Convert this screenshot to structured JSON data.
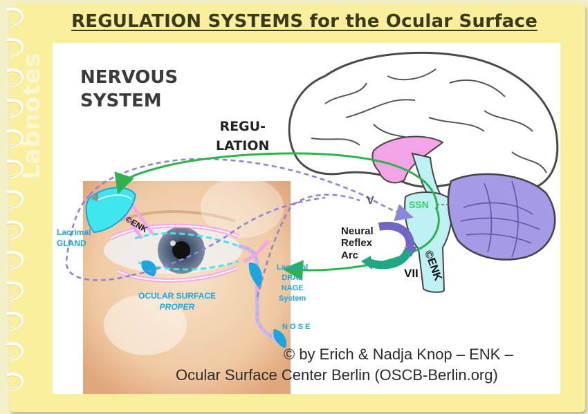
{
  "title": "REGULATION SYSTEMS for the Ocular Surface",
  "watermark": "Labnotes",
  "labels": {
    "nervous_line1": "NERVOUS",
    "nervous_line2": "SYSTEM",
    "regulation_line1": "REGU-",
    "regulation_line2": "LATION",
    "lacrimal_gland_line1": "Lacrimal",
    "lacrimal_gland_line2": "GLAND",
    "enk_gland": "©ENK",
    "ocular_surface_line1": "OCULAR SURFACE",
    "ocular_surface_line2": "PROPER",
    "drainage_line1": "Lacrimal",
    "drainage_line2": "DRAI-",
    "drainage_line3": "NAGE",
    "drainage_line4": "System",
    "nose": "N O S E",
    "neural_line1": "Neural",
    "neural_line2": "Reflex",
    "neural_line3": "Arc",
    "nerve_v": "V",
    "nerve_vii": "VII",
    "ssn": "SSN",
    "enk_brain": "©ENK"
  },
  "copyright_line1": "© by Erich & Nadja Knop – ENK –",
  "copyright_line2": "Ocular Surface Center Berlin (OSCB-Berlin.org)",
  "colors": {
    "note": "#f9ef9e",
    "title": "#3a3a1a",
    "dashed_path": "#8a87d6",
    "green_path": "#2eb24c",
    "cerebellum": "#a59ae6",
    "brainstem": "#bdf1f4",
    "hypothalamus": "#f3a3e6",
    "lacrimal_blue": "#1aa6e0",
    "gland_cyan": "#3fe6ee",
    "lid_pink": "#f2a8e8"
  },
  "icons": [
    "spiral-binding-ring",
    "brain-illustration",
    "eye-illustration",
    "lacrimal-gland-shape",
    "reflex-arrow-icon"
  ]
}
